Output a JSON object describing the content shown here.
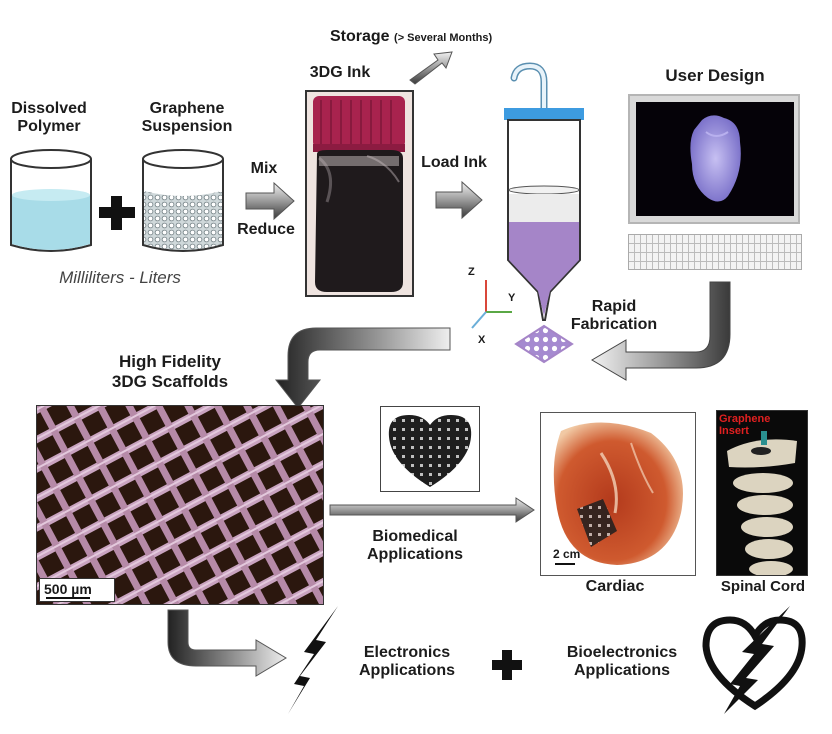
{
  "title": "3D-printable graphene (3DG) ink workflow",
  "inputs": {
    "polymer_label_1": "Dissolved",
    "polymer_label_2": "Polymer",
    "graphene_label_1": "Graphene",
    "graphene_label_2": "Suspension",
    "volume_note": "Milliliters - Liters"
  },
  "steps": {
    "mix": "Mix",
    "reduce": "Reduce",
    "ink": "3DG Ink",
    "storage": "Storage",
    "storage_note": "(> Several Months)",
    "load_ink": "Load Ink",
    "user_design": "User Design",
    "rapid_1": "Rapid",
    "rapid_2": "Fabrication"
  },
  "axes": {
    "z": "Z",
    "y": "Y",
    "x": "X"
  },
  "scaffolds": {
    "title_1": "High Fidelity",
    "title_2": "3DG Scaffolds",
    "scale_bar": "500 µm"
  },
  "biomedical": {
    "label_1": "Biomedical",
    "label_2": "Applications",
    "cardiac": "Cardiac",
    "cardiac_scale": "2 cm",
    "spinal": "Spinal Cord",
    "graphene_insert_1": "Graphene",
    "graphene_insert_2": "Insert"
  },
  "electronics": {
    "label_1": "Electronics",
    "label_2": "Applications",
    "bio_label_1": "Bioelectronics",
    "bio_label_2": "Applications"
  },
  "colors": {
    "polymer_liquid": "#a8dce8",
    "ink_cap": "#a8234e",
    "syringe_cap": "#3d9be0",
    "ink_purple": "#a585c8",
    "heart_model": "#8f86d8",
    "axis_z": "#d9473a",
    "axis_y": "#5aa845",
    "axis_x": "#6aaed8"
  }
}
